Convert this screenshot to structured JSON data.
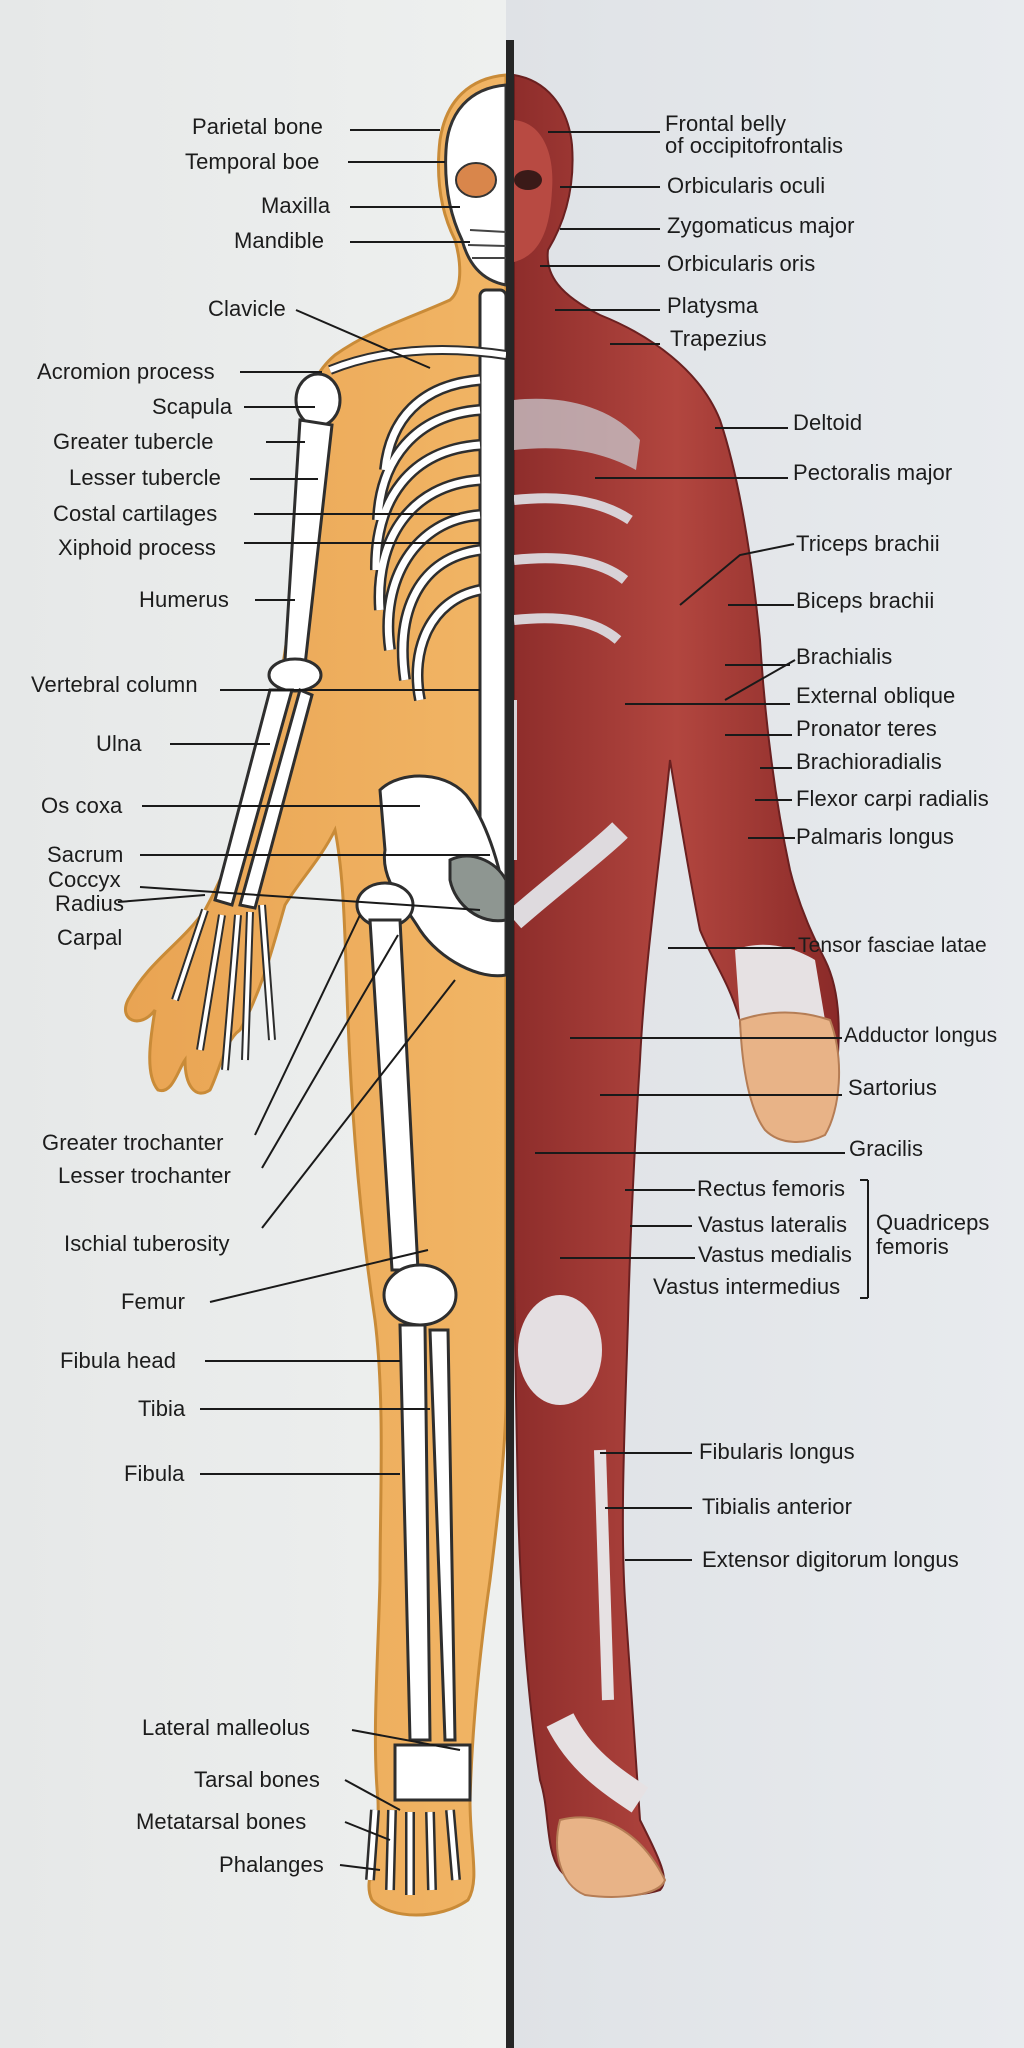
{
  "colors": {
    "skin_outline": "#f0b567",
    "skin_edge": "#c98b38",
    "bone": "#ffffff",
    "bone_shadow": "#8e9691",
    "muscle": "#a53c38",
    "muscle_dark": "#7a2424",
    "tendon": "#e6e1e3",
    "leader": "#1a1a1a"
  },
  "skeleton_labels": {
    "parietal_bone": "Parietal bone",
    "temporal_bone": "Temporal boe",
    "maxilla": "Maxilla",
    "mandible": "Mandible",
    "clavicle": "Clavicle",
    "acromion": "Acromion process",
    "scapula": "Scapula",
    "greater_tubercle": "Greater tubercle",
    "lesser_tubercle": "Lesser tubercle",
    "costal_cartilages": "Costal cartilages",
    "xiphoid": "Xiphoid process",
    "humerus": "Humerus",
    "vertebral_column": "Vertebral column",
    "ulna": "Ulna",
    "os_coxa": "Os coxa",
    "sacrum": "Sacrum",
    "coccyx": "Coccyx",
    "radius": "Radius",
    "carpal": "Carpal",
    "greater_trochanter": "Greater trochanter",
    "lesser_trochanter": "Lesser trochanter",
    "ischial_tuberosity": "Ischial tuberosity",
    "femur": "Femur",
    "fibula_head": "Fibula head",
    "tibia": "Tibia",
    "fibula": "Fibula",
    "lateral_malleolus": "Lateral malleolus",
    "tarsal_bones": "Tarsal bones",
    "metatarsal_bones": "Metatarsal bones",
    "phalanges": "Phalanges"
  },
  "muscle_labels": {
    "frontal_belly_1": "Frontal belly",
    "frontal_belly_2": "of occipitofrontalis",
    "orbicularis_oculi": "Orbicularis oculi",
    "zygomaticus_major": "Zygomaticus major",
    "orbicularis_oris": "Orbicularis oris",
    "platysma": "Platysma",
    "trapezius": "Trapezius",
    "deltoid": "Deltoid",
    "pectoralis_major": "Pectoralis major",
    "triceps_brachii": "Triceps brachii",
    "biceps_brachii": "Biceps brachii",
    "brachialis": "Brachialis",
    "external_oblique": "External oblique",
    "pronator_teres": "Pronator teres",
    "brachioradialis": "Brachioradialis",
    "flexor_carpi_radialis": "Flexor carpi radialis",
    "palmaris_longus": "Palmaris longus",
    "tensor_fasciae_latae": "Tensor fasciae latae",
    "adductor_longus": "Adductor longus",
    "sartorius": "Sartorius",
    "gracilis": "Gracilis",
    "rectus_femoris": "Rectus femoris",
    "vastus_lateralis": "Vastus lateralis",
    "vastus_medialis": "Vastus medialis",
    "vastus_intermedius": "Vastus intermedius",
    "quadriceps_1": "Quadriceps",
    "quadriceps_2": "femoris",
    "fibularis_longus": "Fibularis longus",
    "tibialis_anterior": "Tibialis anterior",
    "extensor_digitorum_longus": "Extensor digitorum longus"
  }
}
